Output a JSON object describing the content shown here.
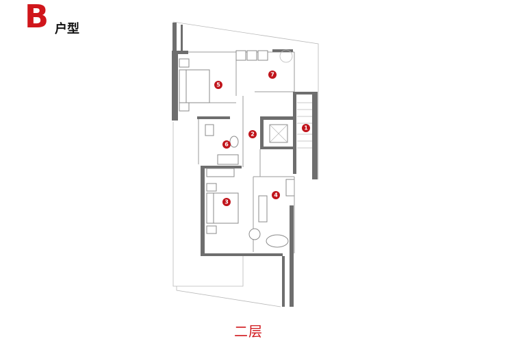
{
  "header": {
    "type_letter": "B",
    "type_label": "户型"
  },
  "floor_label": "二层",
  "room_markers": [
    "1",
    "2",
    "3",
    "4",
    "5",
    "6",
    "7"
  ],
  "colors": {
    "accent_red": "#d0161b",
    "marker_red": "#c0141b",
    "wall": "#6e6e6e"
  }
}
